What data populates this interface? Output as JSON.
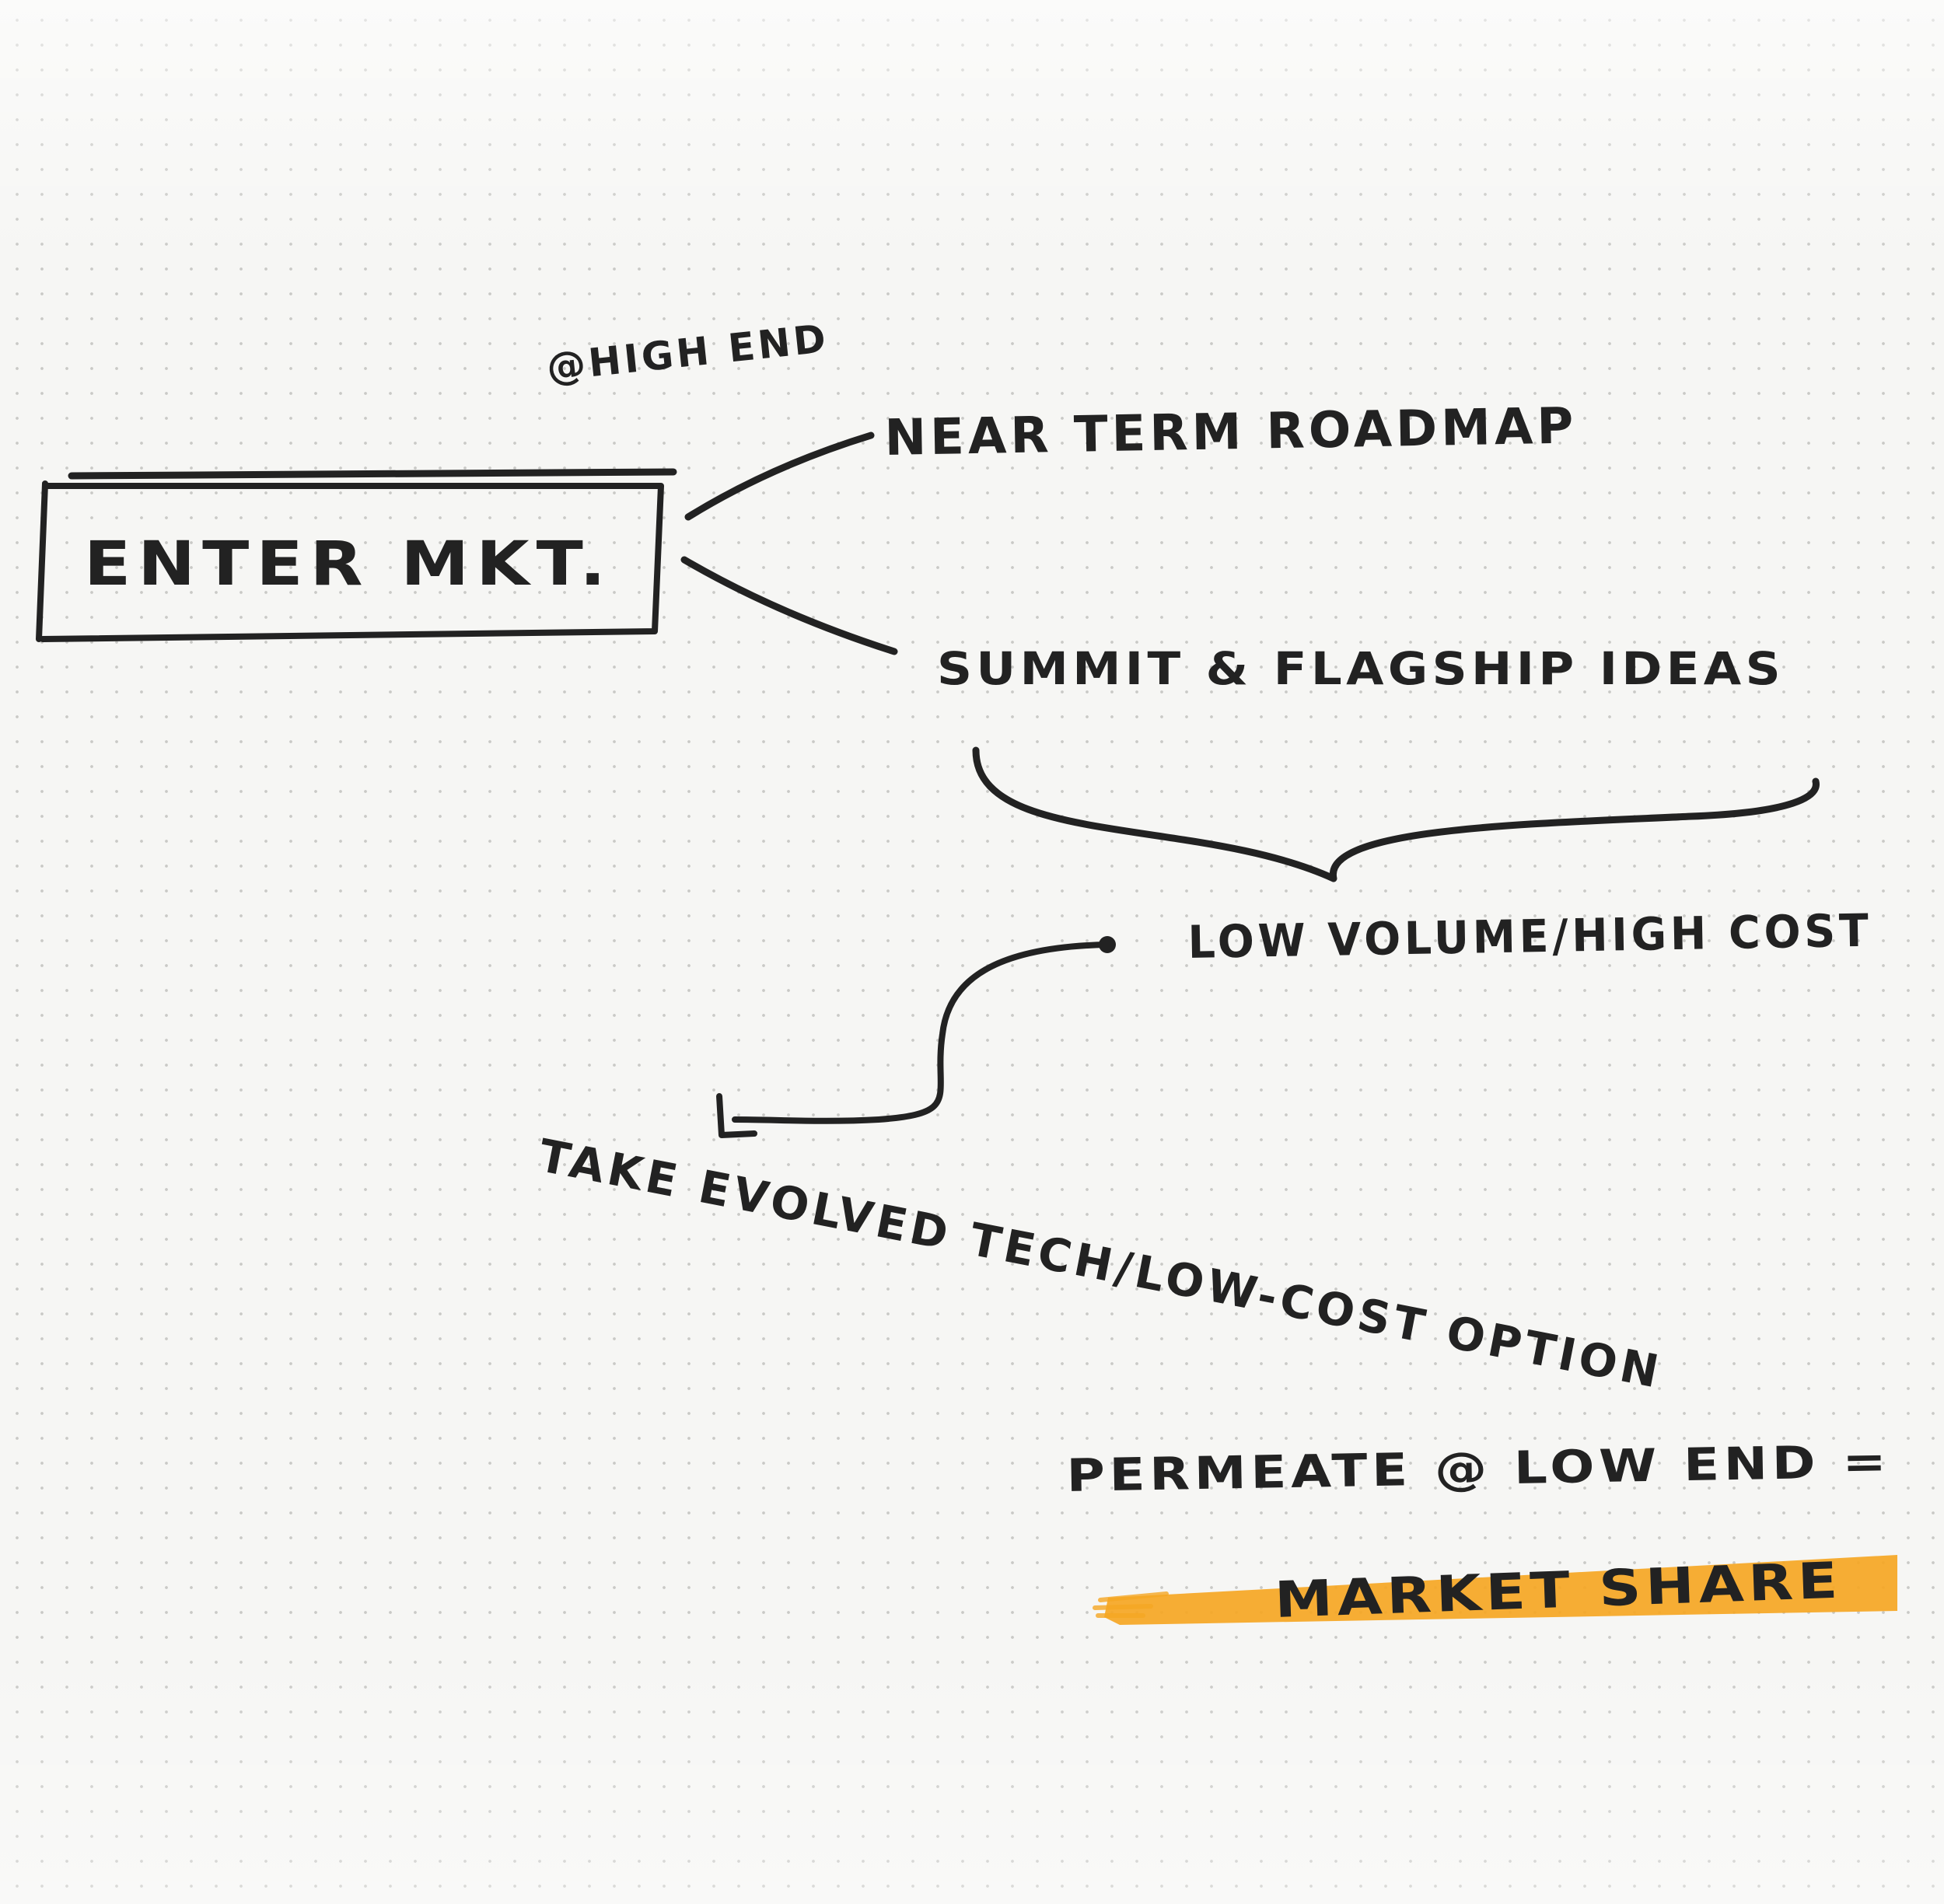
{
  "diagram": {
    "entry_box": "ENTER MKT.",
    "entry_note": "@HIGH END",
    "branch_top": "NEAR TERM ROADMAP",
    "branch_bottom": "SUMMIT & FLAGSHIP IDEAS",
    "bracket_result": "LOW VOLUME/HIGH COST",
    "curve_result": "TAKE EVOLVED TECH/LOW-COST OPTION",
    "conclusion": "PERMEATE @ LOW END =",
    "highlight": "MARKET SHARE"
  },
  "colors": {
    "paper": "#f6f6f4",
    "ink": "#222222",
    "highlighter": "#f5a623"
  }
}
